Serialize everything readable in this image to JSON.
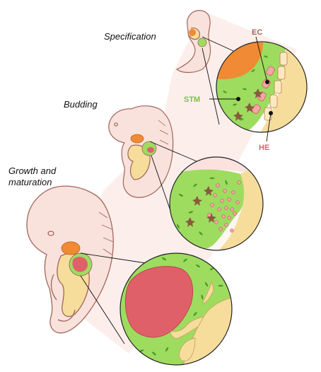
{
  "stages": [
    {
      "label": "Specification"
    },
    {
      "label": "Budding"
    },
    {
      "label": "Growth and\nmaturation"
    }
  ],
  "annotations": {
    "ec": "EC",
    "stm": "STM",
    "he": "HE"
  },
  "colors": {
    "embryo_fill": "#f9e2dc",
    "embryo_stroke": "#a0655a",
    "mesenchyme_green": "#9ddc5f",
    "green_fleck": "#4d9a2a",
    "liver_orange": "#f08a34",
    "liver_red": "#e0606a",
    "endoderm_yellow": "#f6dd9c",
    "hepatoblast_pink": "#f4a7a6",
    "fan_shading": "#f8e6e0",
    "label_ec": "#a0655a",
    "label_stm": "#7bc043",
    "label_he": "#e0606a"
  }
}
